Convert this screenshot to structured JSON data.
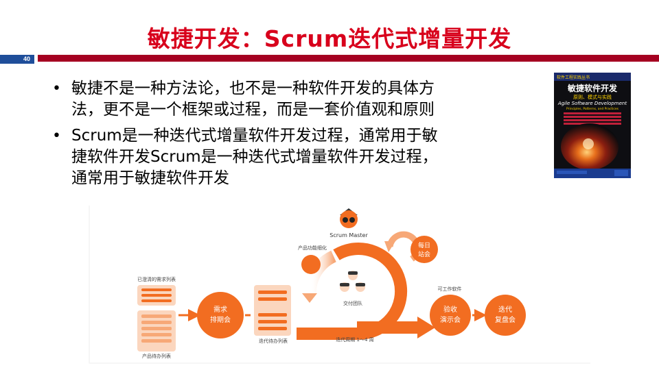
{
  "slide": {
    "title": "敏捷开发：Scrum迭代式增量开发",
    "number": "40"
  },
  "bullets": [
    {
      "lines": [
        "敏捷不是一种方法论，也不是一种软件开发的具体方",
        "法，更不是一个框架或过程，而是一套价值观和原则"
      ]
    },
    {
      "lines": [
        "Scrum是一种迭代式增量软件开发过程，通常用于敏",
        "捷软件开发Scrum是一种迭代式增量软件开发过程，",
        "通常用于敏捷软件开发"
      ]
    }
  ],
  "book": {
    "series": "软件工程实践丛书",
    "title_cn": "敏捷软件开发",
    "subtitle_cn": "原则、模式与实践",
    "title_en": "Agile Software Development",
    "subtitle_en": "Principles, Patterns, and Practices"
  },
  "diagram": {
    "scrum_master": "Scrum Master",
    "product_refine": "产品功能细化",
    "daily_standup": [
      "每日",
      "站会"
    ],
    "clarified_backlog": "已澄清的需求列表",
    "product_backlog": "产品待办列表",
    "planning": [
      "需求",
      "排期会"
    ],
    "sprint_backlog": "迭代待办列表",
    "team": "交付团队",
    "sprint_cycle": "迭代周期 1～4 周",
    "working_software": "可工作软件",
    "review": [
      "验收",
      "演示会"
    ],
    "retro": [
      "迭代",
      "复盘会"
    ]
  },
  "colors": {
    "title": "#d8001c",
    "bar": "#a50021",
    "page_badge": "#1f4e9a",
    "orange": "#f26d21",
    "light_orange": "#fbd6be"
  }
}
